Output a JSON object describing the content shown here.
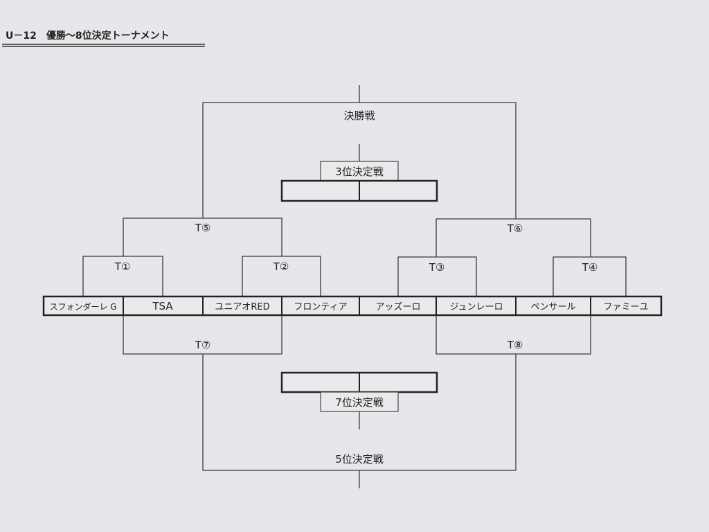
{
  "title": "U－12　優勝～8位決定トーナメント",
  "teams": [
    "スフォンダーレ G",
    "TSA",
    "ユニアオRED",
    "フロンティア",
    "アッズーロ",
    "ジュンレーロ",
    "ペンサール",
    "ファミーユ"
  ],
  "matches": {
    "t1": "T①",
    "t2": "T②",
    "t3": "T③",
    "t4": "T④",
    "t5": "T⑤",
    "t6": "T⑥",
    "t7": "T⑦",
    "t8": "T⑧",
    "final": "決勝戦",
    "third": "3位決定戦",
    "fifth": "5位決定戦",
    "seventh": "7位決定戦"
  }
}
